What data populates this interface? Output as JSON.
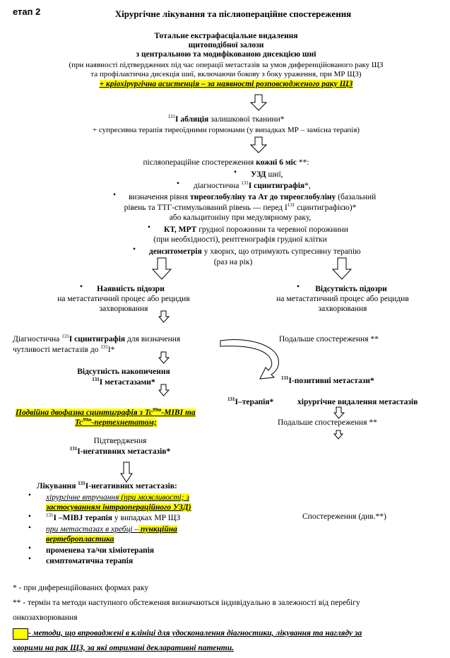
{
  "stage_label": "етап 2",
  "title": "Хірургічне лікування та післяопераційне спостереження",
  "box1": {
    "line1": "Тотальне екстрафасціальне видалення",
    "line2": "щитоподібної залози",
    "line3": "з центральною та модифікованою дисекцією шиї",
    "line4": "(при наявності підтверджених під час операції метастазів за умов диференційованого раку ЩЗ",
    "line5": "та профілактична дисекція шиї, включаючи бокову з боку ураження, при МР ЩЗ)",
    "line6": "+ кріохірургічна асистенція – за наявності розповсюдженого раку ЩЗ"
  },
  "box2": {
    "sup": "131",
    "bold": "I абляція",
    "rest": " залишкової тканини*",
    "line2": "+ супресивна терапія тиреоїдними гормонами (у випадках МР – замісна терапія)"
  },
  "box3": {
    "intro_a": "післяопераційне спостереження ",
    "intro_b": "кожні 6 міс",
    "intro_c": " **:",
    "item1_b": "УЗД",
    "item1_r": " шиї,",
    "item2_a": "діагностична ",
    "item2_sup": "131",
    "item2_b": "I сцинтиграфія",
    "item2_r": "*,",
    "item3_a": "визначення рівня ",
    "item3_b1": "тиреоглобуліну та Ат до тиреоглобуліну",
    "item3_r": " (базальний",
    "item3_l2a": "рівень та ТТГ-стимульований рівень — перед I",
    "item3_l2sup": "131",
    "item3_l2b": " сцинтиграфією)*",
    "item3_l3": "або кальцитоніну при медулярному раку,",
    "item4_b": "КТ, МРТ",
    "item4_r": " грудної порожнини та черевної порожнини",
    "item4_l2": "(при необхідності), рентгенографія грудної клітки",
    "item5_b": "денситометрія",
    "item5_r": " у хворих, що отримують супресивну терапію",
    "item5_l2": "(раз на рік)"
  },
  "left_suspect": {
    "bold": "Наявність підозри",
    "line2": "на метастатичний процес або рецидив",
    "line3": "захворювання"
  },
  "right_suspect": {
    "bold": "Відсутність підозри",
    "line2": "на метастатичний процес або рецидив",
    "line3": "захворювання"
  },
  "diag_scinti": {
    "a": "Діагностична ",
    "sup": "131",
    "b": "I сцинтиграфія",
    "c": " для визначення",
    "line2a": "чутливості метастазів до ",
    "line2sup": "131",
    "line2b": "I*"
  },
  "further_obs_1": "Подальше спостереження **",
  "no_accum": {
    "line1": "Відсутність накопичення",
    "sup": "131",
    "line2": "I метастазами*"
  },
  "positive_meta": {
    "sup": "131",
    "text": "I-позитивні метастази*"
  },
  "i_therapy": {
    "sup": "131",
    "text": "I–терапія*"
  },
  "surgical_removal": "хірургічне видалення метастазів",
  "further_obs_2": "Подальше спостереження **",
  "double_scinti": {
    "line1a": "Подвійна двофазна  сцинтиграфія  з Tc",
    "line1sup": "99m",
    "line1b": "-MIBI та",
    "line2a": "Tc",
    "line2sup": "99m",
    "line2b": "-пертехнетатом;"
  },
  "confirm": {
    "line1": "Підтвердження",
    "sup": "131",
    "line2": "I-негативних метастазів*"
  },
  "treatment": {
    "head_a": "Лікування ",
    "head_sup": "131",
    "head_b": "I-негативних метастазів:",
    "i1_a": "хірургічне втручання",
    "i1_b": " (при можливості; з",
    "i1_l2": "застосуванням інтраопераційного УЗД)",
    "i2_sup": "131",
    "i2_a": "I –MIBJ терапія",
    "i2_b": " у випадках МР ЩЗ",
    "i3_a": "при метастазах в хребці –",
    "i3_b": " пункційна",
    "i3_l2": "вертебропластика",
    "i4": "променева та/чи хіміотерапія",
    "i5": "симптоматична терапія"
  },
  "observation": "Спостереження (див.**)",
  "footnote1": "* - при диференційованих  формах раку",
  "footnote2": "** - термін та методи наступного обстеження визначаються індивідуально в залежності від перебігу",
  "footnote2b": "онкозахворювання",
  "legend_text": "  - методи, що впроваджені в клініці для удосконалення діагностики,  лікування та нагляду за",
  "legend_text2": "хворими на рак ЩЗ, за які отримані декларативні патенти.",
  "colors": {
    "highlight": "#ffff00"
  }
}
